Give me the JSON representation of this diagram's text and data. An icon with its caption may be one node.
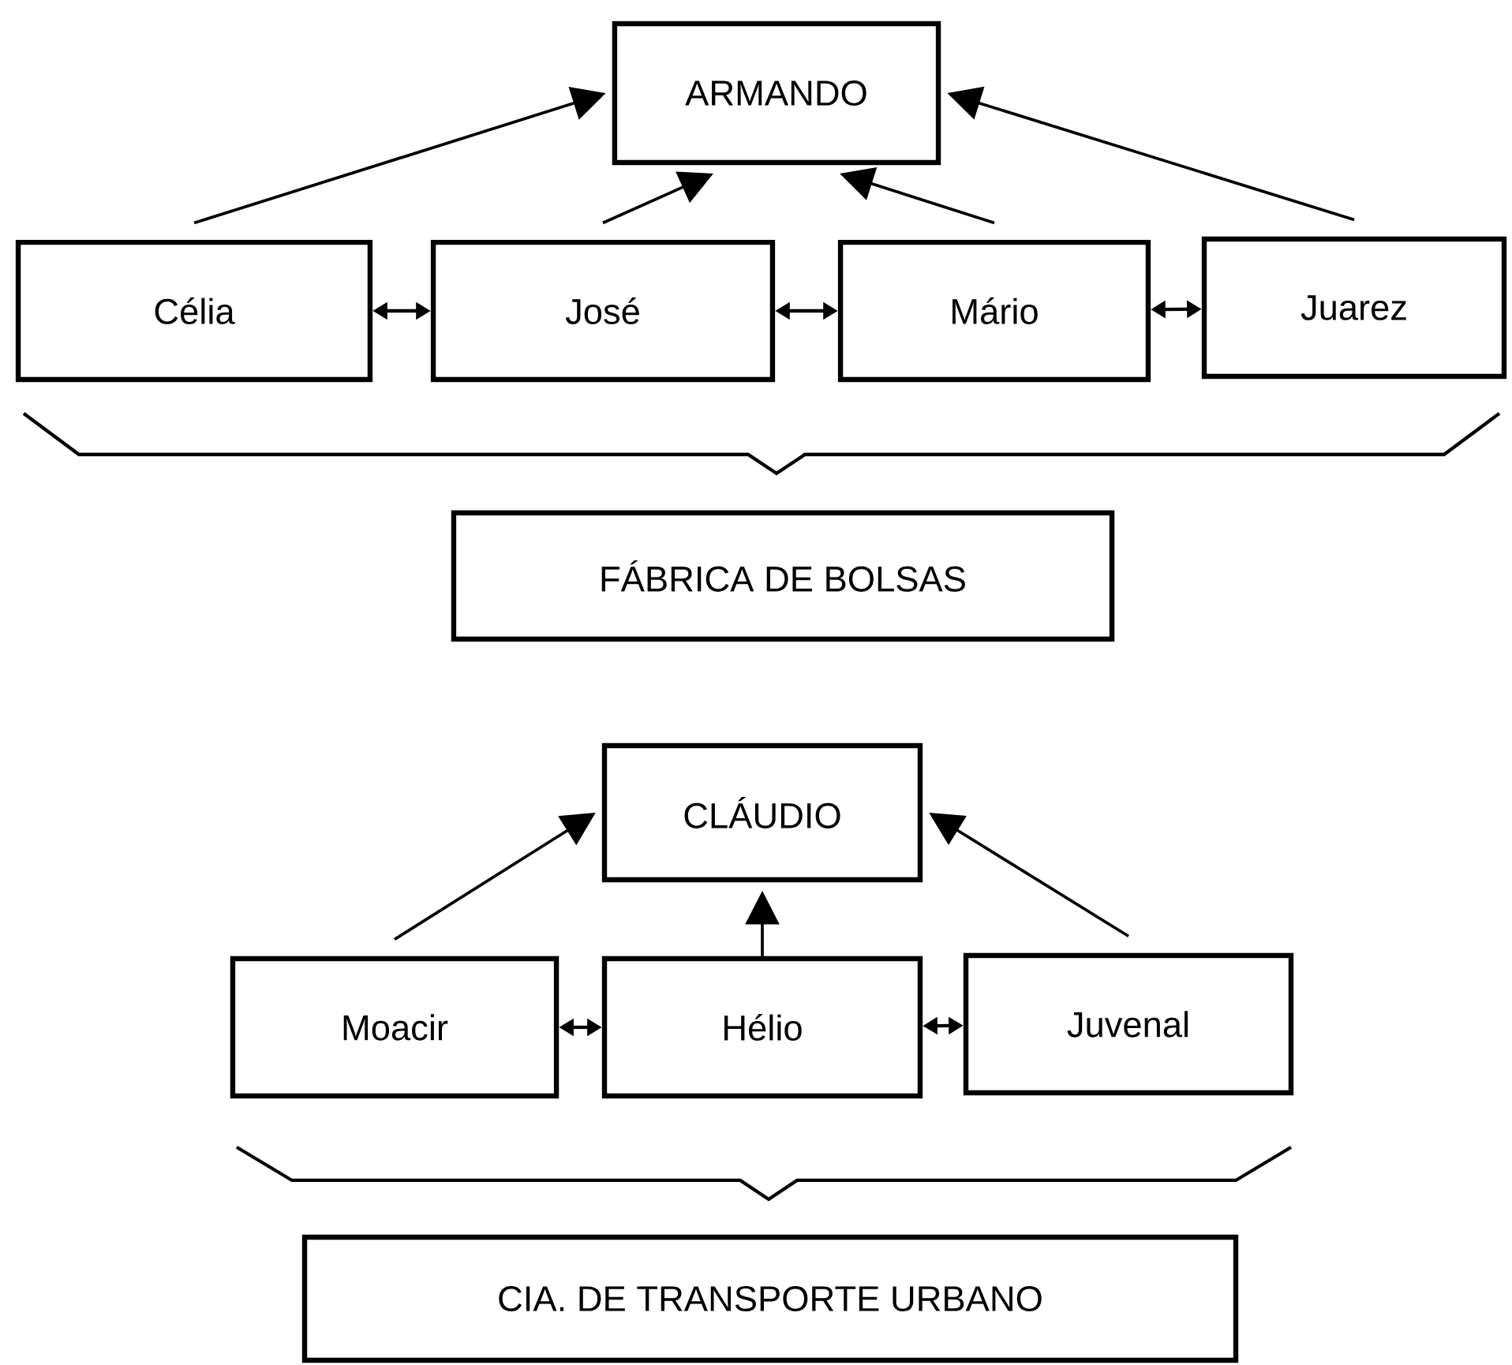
{
  "diagram": {
    "nodes": [
      {
        "text": [
          "ARMANDO"
        ]
      },
      {
        "text": [
          "Célia"
        ]
      },
      {
        "text": [
          "José"
        ]
      },
      {
        "text": [
          "Mário"
        ]
      },
      {
        "text": [
          "Juarez"
        ]
      },
      {
        "text": [
          "FÁBRICA DE BOLSAS"
        ]
      },
      {
        "text": [
          "CLÁUDIO"
        ]
      },
      {
        "text": [
          "Moacir"
        ]
      },
      {
        "text": [
          "Hélio"
        ]
      },
      {
        "text": [
          "Juvenal"
        ]
      },
      {
        "text": [
          "CIA. DE TRANSPORTE URBANO"
        ]
      }
    ],
    "edges": [
      {
        "from": 1,
        "to": 0,
        "arrow": "to"
      },
      {
        "from": 2,
        "to": 0,
        "arrow": "to"
      },
      {
        "from": 3,
        "to": 0,
        "arrow": "to"
      },
      {
        "from": 4,
        "to": 0,
        "arrow": "to"
      },
      {
        "from": 1,
        "to": 2,
        "arrow": "both"
      },
      {
        "from": 2,
        "to": 3,
        "arrow": "both"
      },
      {
        "from": 3,
        "to": 4,
        "arrow": "both"
      },
      {
        "from": 7,
        "to": 6,
        "arrow": "to"
      },
      {
        "from": 8,
        "to": 6,
        "arrow": "to"
      },
      {
        "from": 9,
        "to": 6,
        "arrow": "to"
      },
      {
        "from": 7,
        "to": 8,
        "arrow": "both"
      },
      {
        "from": 8,
        "to": 9,
        "arrow": "both"
      }
    ]
  }
}
